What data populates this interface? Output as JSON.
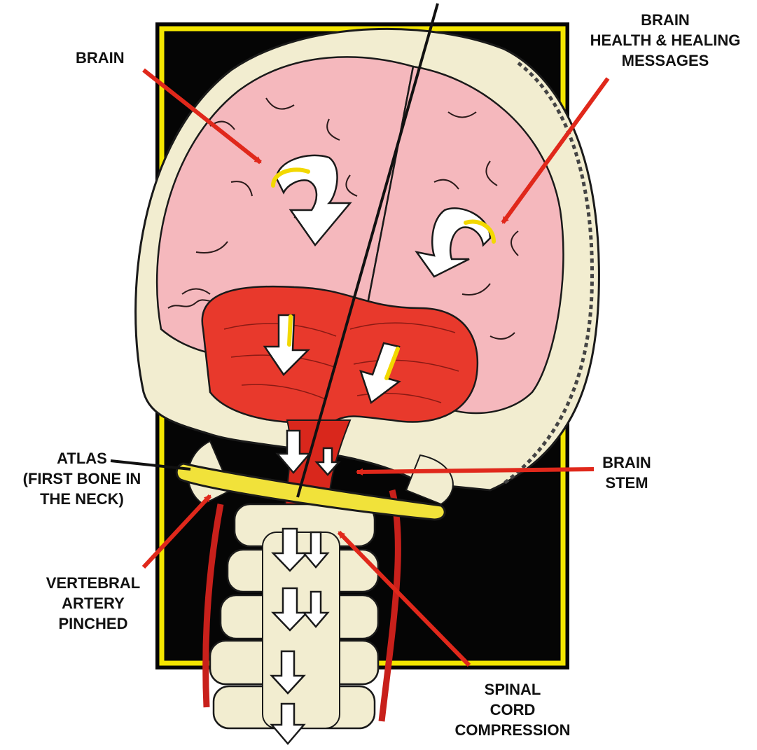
{
  "labels": {
    "brain": "BRAIN",
    "brain_health": [
      "BRAIN",
      "HEALTH & HEALING",
      "MESSAGES"
    ],
    "atlas": [
      "ATLAS",
      "(FIRST BONE IN",
      "THE NECK)"
    ],
    "brain_stem": [
      "BRAIN",
      "STEM"
    ],
    "vertebral_artery": [
      "VERTEBRAL",
      "ARTERY",
      "PINCHED"
    ],
    "spinal_cord": [
      "SPINAL",
      "CORD",
      "COMPRESSION"
    ]
  },
  "colors": {
    "frame_black": "#050505",
    "frame_yellow": "#f4e600",
    "brain_pink": "#f5b8bd",
    "cerebellum_red": "#e8392c",
    "bone_cream": "#f2edd0",
    "atlas_yellow": "#f1e23a",
    "pointer_red": "#e0281b",
    "artery_red": "#c8201b",
    "arrow_white": "#ffffff",
    "arrow_yellow": "#f2d800"
  },
  "icons": [
    "brain-illustration",
    "skull-illustration",
    "cerebellum-illustration",
    "spine-illustration",
    "message-arrow-icon",
    "pointer-arrow-icon"
  ]
}
